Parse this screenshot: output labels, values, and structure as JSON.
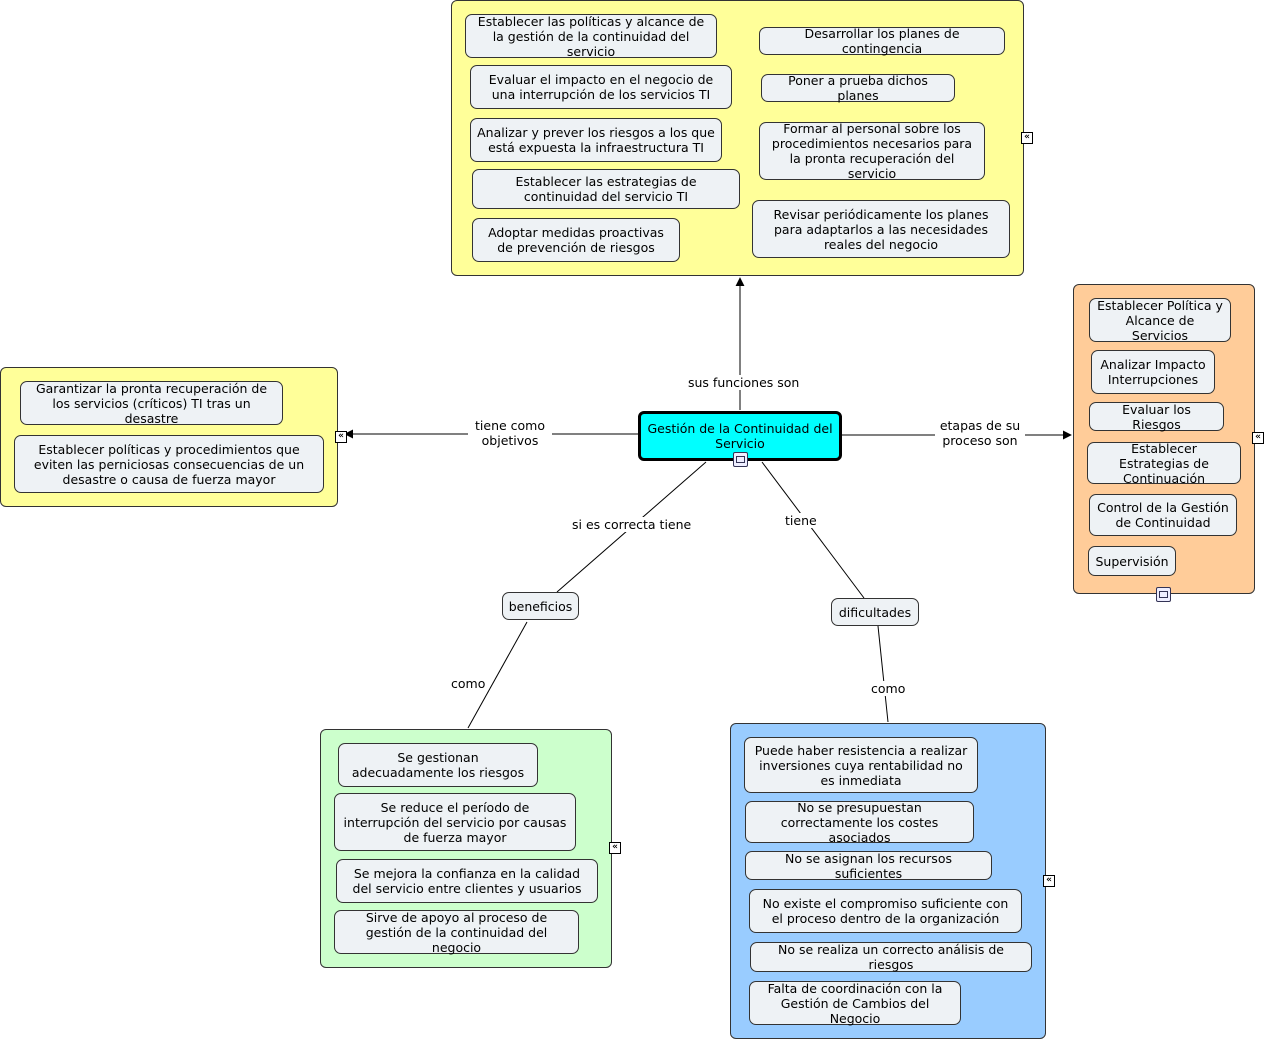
{
  "colors": {
    "yellow": "#ffff99",
    "orange": "#ffcc99",
    "green": "#ccffcc",
    "blue": "#99ccff",
    "main": "#00ffff",
    "node": "#eef2f5"
  },
  "main_node": "Gestión de la Continuidad del Servicio",
  "links": {
    "funciones": "sus funciones son",
    "objetivos": "tiene como objetivos",
    "etapas": "etapas de su proceso son",
    "correcta": "si es correcta tiene",
    "tiene": "tiene",
    "como1": "como",
    "como2": "como"
  },
  "beneficios": "beneficios",
  "dificultades": "dificultades",
  "funciones_items": [
    "Establecer las políticas y alcance de la gestión de la continuidad del servicio",
    "Evaluar el impacto en el negocio de una interrupción de los servicios TI",
    "Analizar y prever los riesgos a los que está expuesta la infraestructura TI",
    "Establecer las estrategias de continuidad del servicio TI",
    "Adoptar medidas proactivas de prevención de riesgos",
    "Desarrollar los planes de contingencia",
    "Poner a prueba dichos planes",
    "Formar al personal sobre los procedimientos necesarios para la pronta recuperación del servicio",
    "Revisar periódicamente los planes para adaptarlos a las necesidades reales del negocio"
  ],
  "objetivos_items": [
    "Garantizar la pronta recuperación de los servicios (críticos) TI tras un desastre",
    "Establecer políticas y procedimientos que eviten las perniciosas consecuencias de un desastre o causa de fuerza mayor"
  ],
  "etapas_items": [
    "Establecer Política y Alcance de Servicios",
    "Analizar Impacto Interrupciones",
    "Evaluar los Riesgos",
    "Establecer Estrategias de Continuación",
    "Control de la Gestión de Continuidad",
    "Supervisión"
  ],
  "beneficios_items": [
    "Se gestionan adecuadamente los riesgos",
    "Se reduce el período de interrupción del servicio por causas de fuerza mayor",
    "Se mejora la confianza en la calidad del servicio entre clientes y usuarios",
    "Sirve de apoyo al proceso de gestión de la continuidad del negocio"
  ],
  "dificultades_items": [
    "Puede haber resistencia a realizar inversiones cuya rentabilidad no es inmediata",
    "No se presupuestan correctamente los costes asociados",
    "No se asignan los recursos suficientes",
    "No existe el compromiso suficiente con el proceso dentro de la organización",
    "No se realiza un correcto análisis de riesgos",
    "Falta de coordinación con la Gestión de Cambios del Negocio"
  ]
}
